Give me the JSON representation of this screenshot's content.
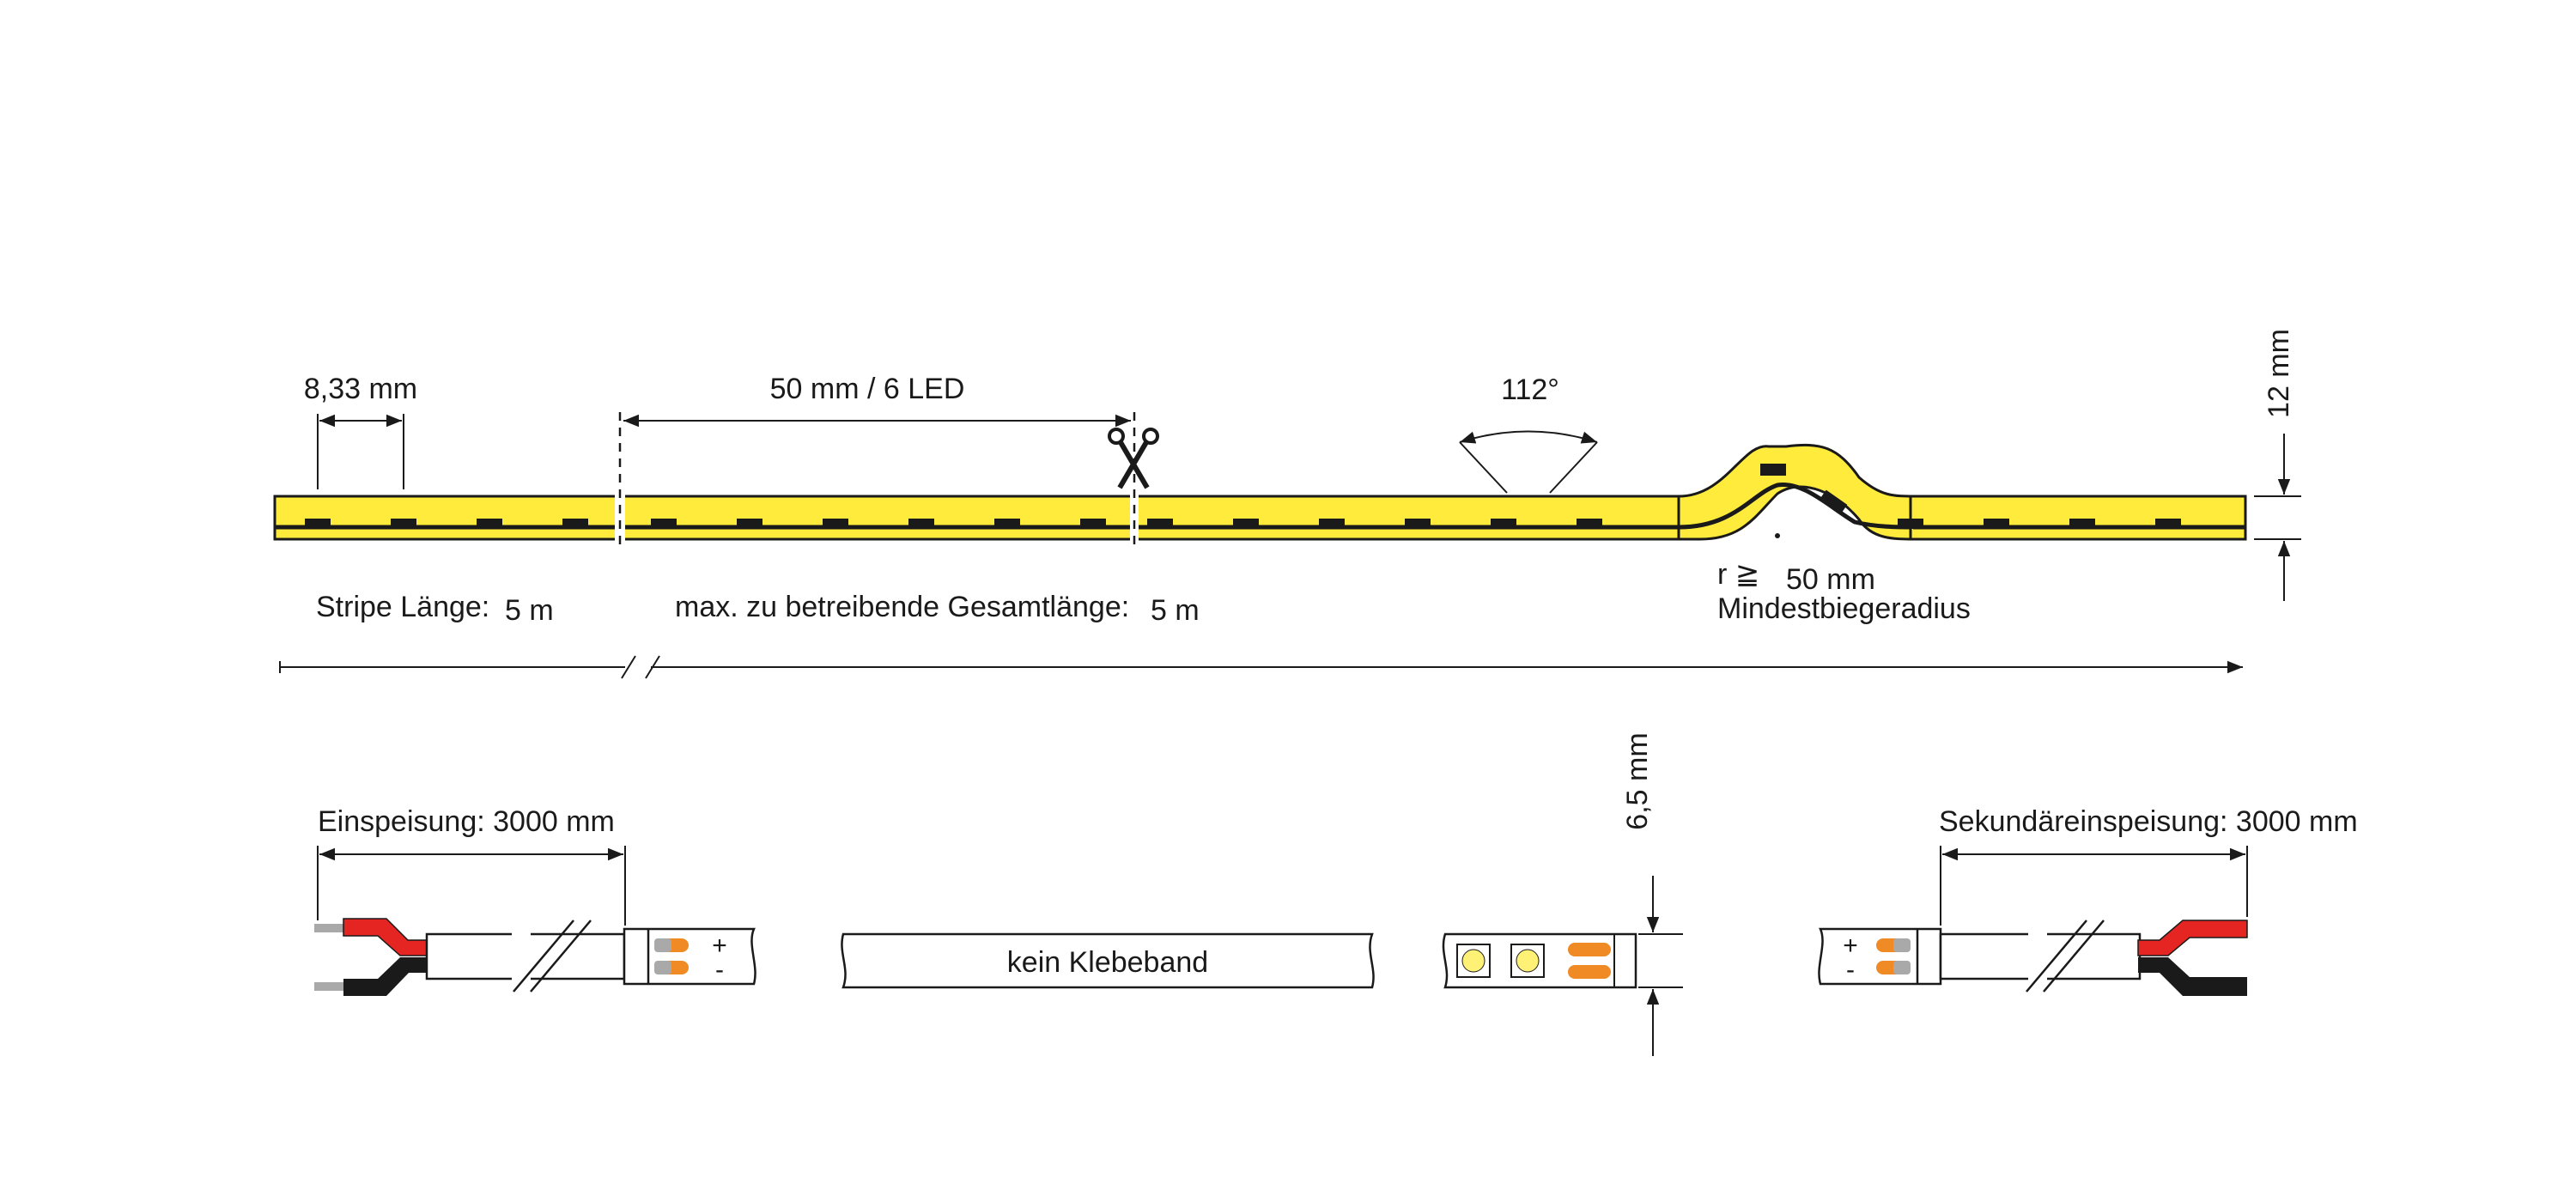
{
  "top_strip": {
    "led_pitch": "8,33 mm",
    "segment": "50 mm / 6 LED",
    "angle": "112°",
    "height": "12 mm",
    "bend_symbol": "r ≧",
    "bend_value": "50 mm",
    "bend_caption": "Mindestbiegeradius",
    "stripe_length_label": "Stripe Länge:",
    "stripe_length_value": "5 m",
    "max_length_label": "max. zu betreibende Gesamtlänge:",
    "max_length_value": "5 m"
  },
  "bottom": {
    "feed_label": "Einspeisung: 3000 mm",
    "secondary_feed_label": "Sekundäreinspeisung: 3000 mm",
    "width": "6,5 mm",
    "no_tape": "kein Klebeband",
    "plus": "+",
    "minus": "-"
  },
  "colors": {
    "strip_yellow": "#ffeb3b",
    "wire_red": "#e52521",
    "wire_black": "#1a1a1a",
    "pad_orange": "#f08a24",
    "pad_grey": "#a9a9a9",
    "led_yellow": "#fff176"
  },
  "icons": [
    "scissors-icon"
  ]
}
